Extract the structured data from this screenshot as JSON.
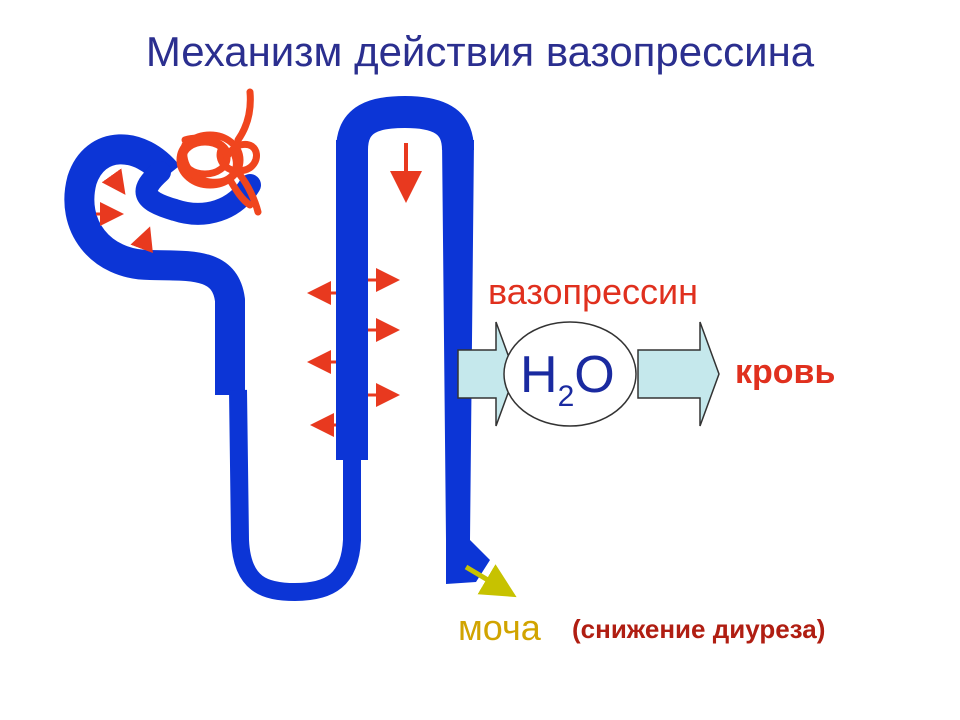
{
  "title": "Механизм действия вазопрессина",
  "labels": {
    "hormone": "вазопрессин",
    "water_main": "H",
    "water_sub": "2",
    "water_end": "O",
    "blood": "кровь",
    "urine": "моча",
    "urine_note": "(снижение диуреза)"
  },
  "colors": {
    "tubule": "#0c35d6",
    "arrows": "#e8391f",
    "capillary": "#f0451e",
    "water_box": "#c5e8ec",
    "urine_arrow": "#c7c200",
    "title": "#2b2f8f"
  }
}
